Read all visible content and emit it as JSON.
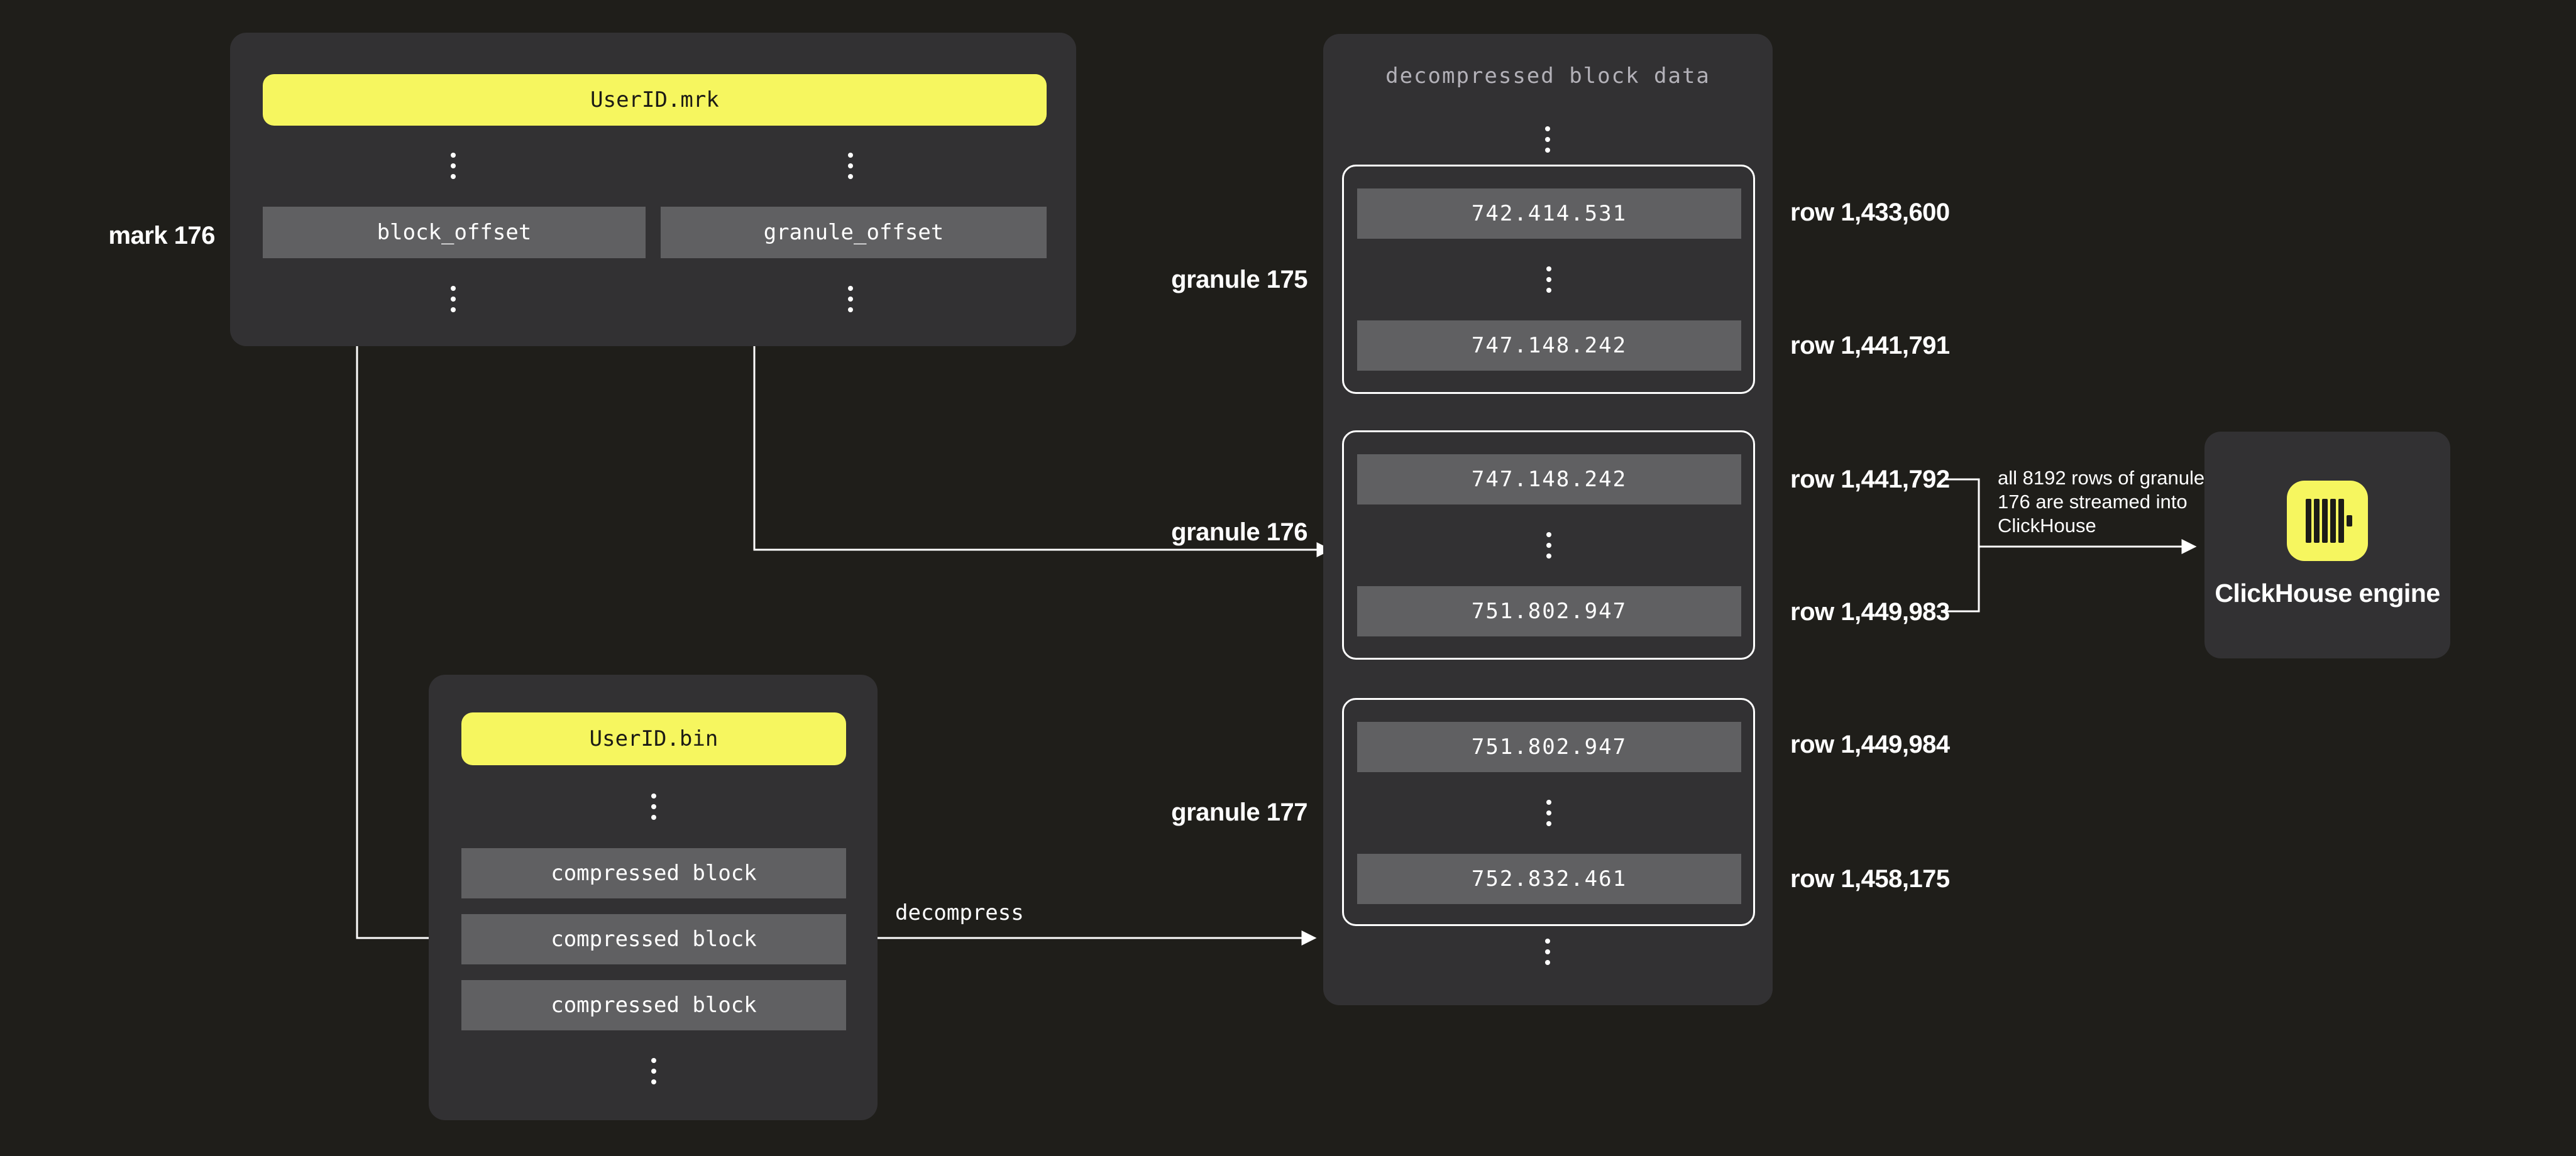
{
  "colors": {
    "background": "#1f1e1a",
    "panel": "#323133",
    "box_gray": "#606062",
    "accent_yellow": "#f6f65f",
    "border_white": "#ffffff",
    "muted_title": "#b3b1b8"
  },
  "mrk_file": {
    "title": "UserID.mrk",
    "mark_label": "mark 176",
    "fields": [
      "block_offset",
      "granule_offset"
    ]
  },
  "bin_file": {
    "title": "UserID.bin",
    "blocks": [
      "compressed block",
      "compressed block",
      "compressed block"
    ]
  },
  "arrows": {
    "decompress_label": "decompress",
    "stream_note": "all 8192 rows of granule 176 are streamed into ClickHouse"
  },
  "decompressed": {
    "title": "decompressed block data",
    "granules": [
      {
        "label": "granule 175",
        "first_value": "742.414.531",
        "last_value": "747.148.242",
        "first_row": "row 1,433,600",
        "last_row": "row 1,441,791"
      },
      {
        "label": "granule 176",
        "first_value": "747.148.242",
        "last_value": "751.802.947",
        "first_row": "row 1,441,792",
        "last_row": "row 1,449,983"
      },
      {
        "label": "granule 177",
        "first_value": "751.802.947",
        "last_value": "752.832.461",
        "first_row": "row 1,449,984",
        "last_row": "row 1,458,175"
      }
    ]
  },
  "engine": {
    "label": "ClickHouse engine"
  }
}
